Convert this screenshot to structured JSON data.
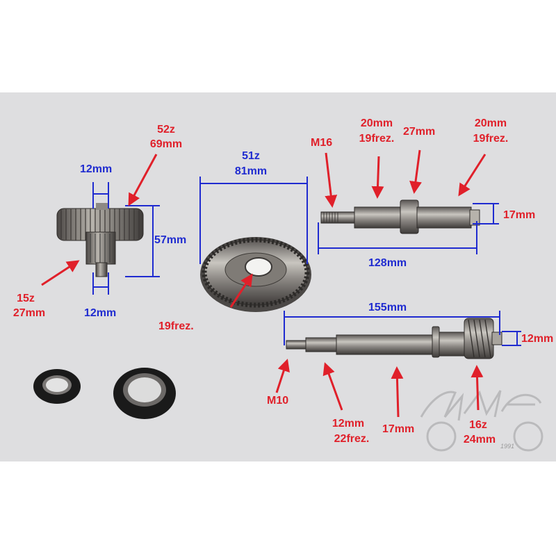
{
  "labels": {
    "gear_a_teeth": "52z",
    "gear_a_diameter": "69mm",
    "gear_a_top_width": "12mm",
    "gear_a_height": "57mm",
    "gear_a_small_teeth": "15z",
    "gear_a_small_diameter": "27mm",
    "gear_a_bottom_width": "12mm",
    "gear_b_teeth": "51z",
    "gear_b_diameter": "81mm",
    "gear_b_spline": "19frez.",
    "shaft1_thread": "M16",
    "shaft1_spline_left_size": "20mm",
    "shaft1_spline_left": "19frez.",
    "shaft1_collar": "27mm",
    "shaft1_spline_right_size": "20mm",
    "shaft1_spline_right": "19frez.",
    "shaft1_diameter": "17mm",
    "shaft1_length": "128mm",
    "shaft2_length": "155mm",
    "shaft2_diameter": "12mm",
    "shaft2_thread": "M10",
    "shaft2_spline_size": "12mm",
    "shaft2_spline": "22frez.",
    "shaft2_body": "17mm",
    "shaft2_gear_teeth": "16z",
    "shaft2_gear_diameter": "24mm"
  },
  "watermark": {
    "year": "1991"
  },
  "colors": {
    "background": "#dedee0",
    "annotation_red": "#e0202a",
    "annotation_blue": "#1f2bd0"
  }
}
